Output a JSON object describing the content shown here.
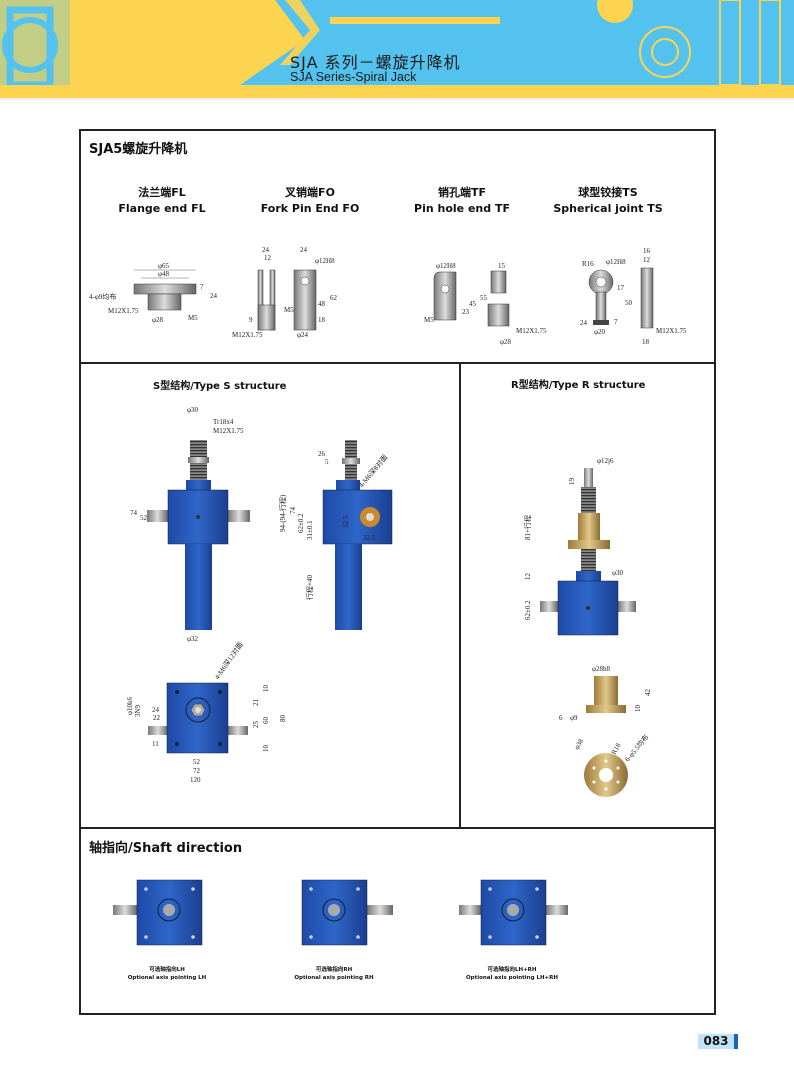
{
  "header": {
    "title_cn": "SJA 系列－螺旋升降机",
    "title_en": "SJA Series-Spiral Jack",
    "colors": {
      "yellow": "#fdd44f",
      "blue": "#54c2ee"
    }
  },
  "section_title": "SJA5螺旋升降机",
  "accessories": [
    {
      "cn": "法兰端FL",
      "en": "Flange end FL",
      "dims": [
        "φ65",
        "φ48",
        "4-φ9均布",
        "M12X1.75",
        "φ28",
        "M5",
        "24",
        "7"
      ]
    },
    {
      "cn": "叉销端FO",
      "en": "Fork Pin End FO",
      "dims": [
        "24",
        "12",
        "24",
        "φ12H8",
        "62",
        "48",
        "18",
        "M5",
        "9",
        "M12X1.75",
        "φ24"
      ]
    },
    {
      "cn": "销孔端TF",
      "en": "Pin hole end TF",
      "dims": [
        "φ12H8",
        "15",
        "55",
        "45",
        "23",
        "M5",
        "M12X1.75",
        "φ28"
      ]
    },
    {
      "cn": "球型铰接TS",
      "en": "Spherical joint TS",
      "dims": [
        "R16",
        "φ12H8",
        "16",
        "12",
        "17",
        "50",
        "24",
        "7",
        "φ20",
        "M12X1.75",
        "18"
      ]
    }
  ],
  "type_s": {
    "title": "S型结构/Type S structure",
    "dims": [
      "φ30",
      "Tr18x4",
      "M12X1.75",
      "74",
      "52",
      "φ32",
      "26",
      "5",
      "4-M6深8对面",
      "94-(94-行程)",
      "74",
      "62±0.2",
      "31±0.1",
      "32.5",
      "32.5",
      "行程+40",
      "4-M6深12对面",
      "φ10k6",
      "3N9",
      "24",
      "22",
      "11",
      "10",
      "21",
      "25",
      "60",
      "80",
      "10",
      "52",
      "72",
      "120"
    ]
  },
  "type_r": {
    "title": "R型结构/Type R structure",
    "dims": [
      "φ12j6",
      "19",
      "81+行程",
      "12",
      "φ30",
      "62±0.2",
      "φ28h8",
      "42",
      "10",
      "6",
      "φ9",
      "φ38",
      "R18",
      "6-φ5.5均布"
    ]
  },
  "shaft_direction": {
    "title": "轴指向/Shaft direction",
    "options": [
      {
        "cn": "可选轴指向LH",
        "en": "Optional axis pointing LH"
      },
      {
        "cn": "可选轴指向RH",
        "en": "Optional axis pointing RH"
      },
      {
        "cn": "可选轴指向LH+RH",
        "en": "Optional axis pointing LH+RH"
      }
    ]
  },
  "page_number": "083"
}
